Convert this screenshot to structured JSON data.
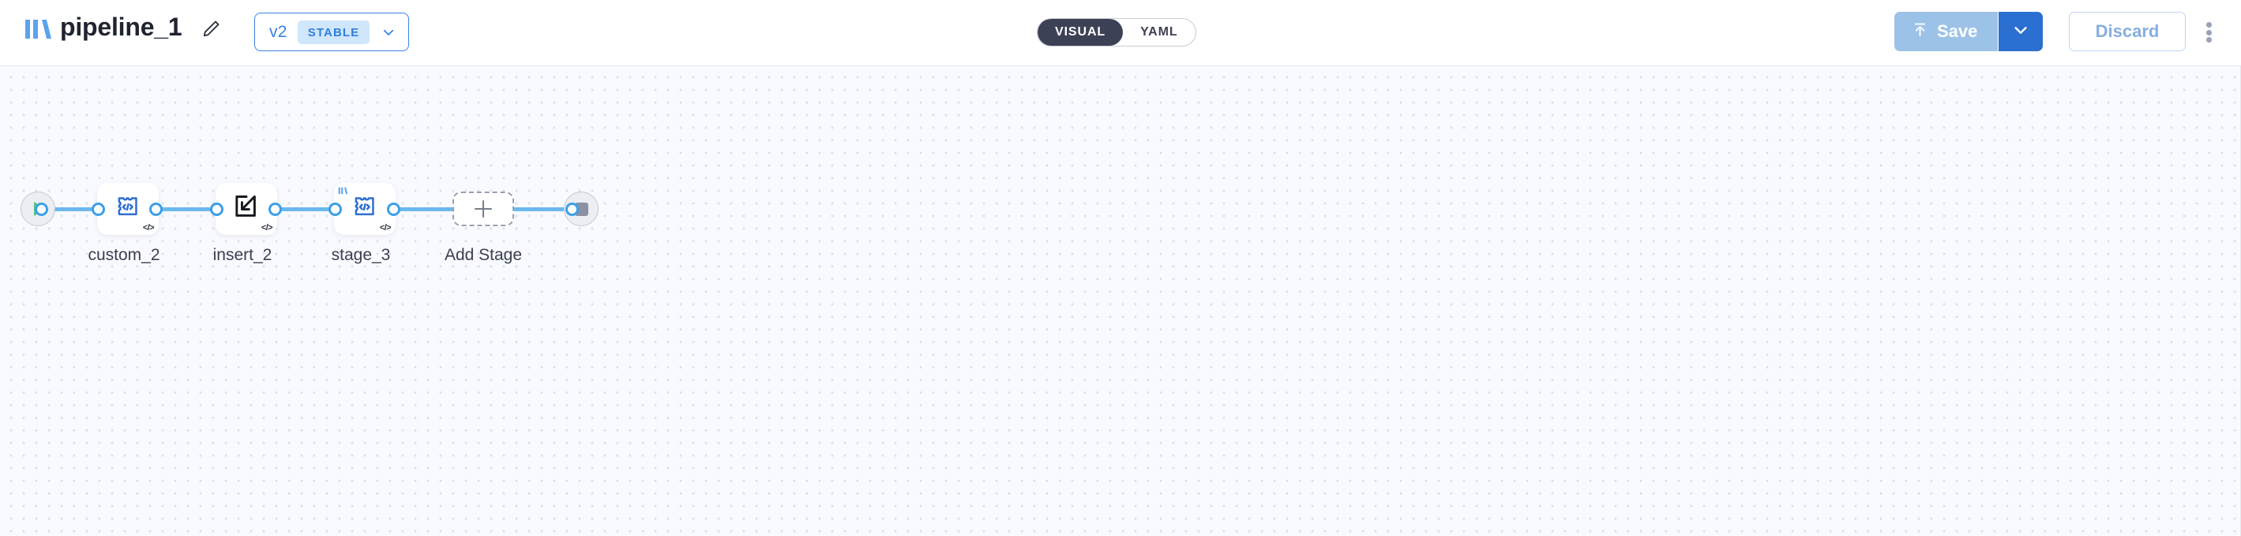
{
  "header": {
    "logo_icon": "bars-logo-icon",
    "title": "pipeline_1",
    "edit_icon": "pencil-icon",
    "version": {
      "label": "v2",
      "badge": "STABLE",
      "chevron_icon": "chevron-down-icon"
    },
    "view_toggle": {
      "options": [
        "VISUAL",
        "YAML"
      ],
      "active": "VISUAL"
    },
    "actions": {
      "save_label": "Save",
      "save_icon": "upload-arrow-icon",
      "save_caret_icon": "chevron-down-icon",
      "discard_label": "Discard",
      "more_icon": "kebab-menu-icon"
    }
  },
  "canvas": {
    "start_node": {
      "name": "start-node",
      "icon": "play-icon"
    },
    "end_node": {
      "name": "end-node",
      "icon": "stop-icon"
    },
    "stages": [
      {
        "label": "custom_2",
        "icon": "puzzle-code-icon",
        "badge": "</>",
        "has_logo": false
      },
      {
        "label": "insert_2",
        "icon": "insert-arrow-icon",
        "badge": "</>",
        "has_logo": false
      },
      {
        "label": "stage_3",
        "icon": "puzzle-code-icon",
        "badge": "</>",
        "has_logo": true
      }
    ],
    "add_stage": {
      "label": "Add Stage",
      "icon": "plus-icon"
    }
  },
  "colors": {
    "accent_blue": "#3b82e0",
    "edge_blue": "#6cb9ef",
    "port_blue": "#3c9fe8",
    "start_green": "#5bc47f",
    "canvas_bg": "#f8faff",
    "toggle_dark": "#3d4155"
  }
}
